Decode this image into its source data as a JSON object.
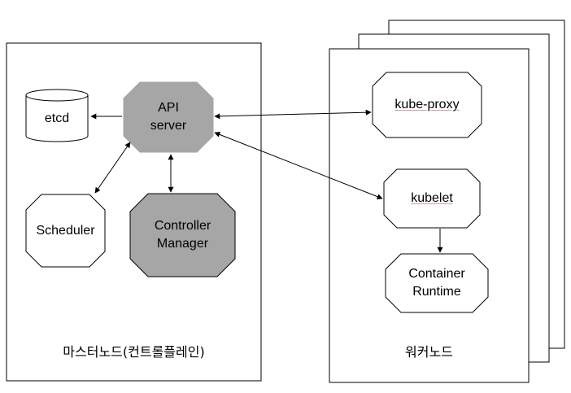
{
  "master": {
    "title": "마스터노드(컨트롤플레인)",
    "etcd": "etcd",
    "api_server": "API\nserver",
    "scheduler": "Scheduler",
    "controller_manager": "Controller\nManager"
  },
  "worker": {
    "title": "워커노드",
    "kube_proxy": "kube-proxy",
    "kubelet": "kubelet",
    "container_runtime": "Container\nRuntime"
  },
  "colors": {
    "stroke": "#000000",
    "gray_fill": "#a6a6a6",
    "white_fill": "#ffffff"
  }
}
